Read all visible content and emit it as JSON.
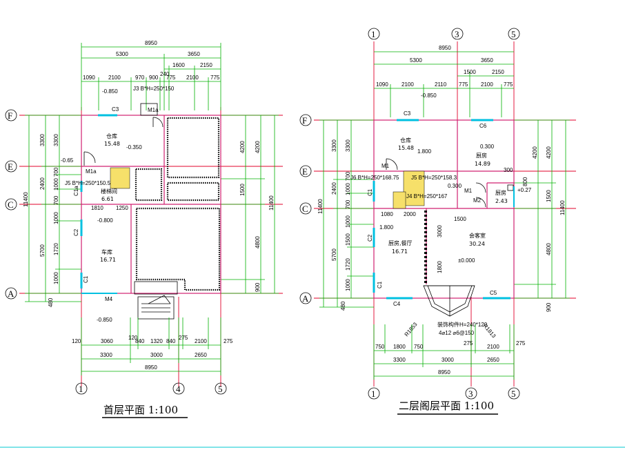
{
  "plan1": {
    "title": "首层平面 1:100",
    "axes": {
      "F": "F",
      "E": "E",
      "C": "C",
      "A": "A",
      "1": "1",
      "4": "4",
      "5": "5"
    },
    "top_dims": {
      "total": "8950",
      "d5300": "5300",
      "d3650": "3650",
      "d240": "240",
      "d1600": "1600",
      "d2150": "2150",
      "row": [
        "1090",
        "2100",
        "970",
        "900",
        "775",
        "2100",
        "775"
      ]
    },
    "bottom_dims": {
      "row": [
        "120",
        "3060",
        "120",
        "840",
        "1320",
        "840",
        "275",
        "2100",
        "275"
      ],
      "d3300": "3300",
      "d3000": "3000",
      "d2650": "2650",
      "total": "8950"
    },
    "left_dims": {
      "total": "11400",
      "outer": [
        "3300",
        "2400",
        "5700",
        "480"
      ],
      "inner": [
        "3300",
        "700",
        "1000",
        "700",
        "1000",
        "1720",
        "1000"
      ]
    },
    "right_dims": {
      "total": "11400",
      "outer": [
        "4200",
        "1500",
        "4800",
        "900"
      ],
      "inner": [
        "4200"
      ]
    },
    "labels": {
      "lv_top": "-0.850",
      "stair_top": "J3 B*H=250*150",
      "m1a_top": "M1a",
      "c3": "C3",
      "m1a_left": "M1a",
      "lv_e": "-0.65",
      "stair_left": "J5 B*H=250*150.5",
      "c1a": "C1a",
      "c2": "C2",
      "c1": "C1",
      "m4": "M4",
      "lv_bottom": "-0.850",
      "d1810": "1810",
      "d1250": "1250"
    },
    "rooms": [
      {
        "name": "仓库",
        "area": "15.48",
        "level": "-0.350"
      },
      {
        "name": "楼梯间",
        "area": "6.61"
      },
      {
        "name": "车库",
        "area": "16.71",
        "level": "-0.800"
      }
    ]
  },
  "plan2": {
    "title": "二层阁层平面 1:100",
    "axes": {
      "1": "1",
      "3": "3",
      "5": "5",
      "F": "F",
      "E": "E",
      "C": "C",
      "A": "A"
    },
    "top_dims": {
      "total": "8950",
      "d5300": "5300",
      "d3650": "3650",
      "d1500": "1500",
      "d2150": "2150",
      "row": [
        "1090",
        "2100",
        "2110",
        "775",
        "2100",
        "775"
      ]
    },
    "bottom_dims": {
      "row": [
        "750",
        "1800",
        "750",
        "275",
        "2100",
        "275"
      ],
      "d3300": "3300",
      "d3000": "3000",
      "d2650": "2650",
      "total": "8950"
    },
    "left_dims": {
      "total": "11400",
      "outer": [
        "3300",
        "2400",
        "5700",
        "480"
      ],
      "inner": [
        "3300",
        "700",
        "1000",
        "700",
        "1000",
        "1500",
        "1720",
        "1000"
      ]
    },
    "right_dims": {
      "total": "11400",
      "outer": [
        "4200",
        "1500",
        "4800",
        "900"
      ],
      "inner": [
        "4200",
        "800",
        "300"
      ]
    },
    "labels": {
      "lv_top": "-0.850",
      "c3": "C3",
      "c6": "C6",
      "m1": "M1",
      "stair_a": "J6 B*H=250*168.75",
      "stair_b": "J5 B*H=250*158.3",
      "stair_c": "J4 B*H=250*167",
      "c1": "C1",
      "c2": "C2",
      "c1b": "C1",
      "m1b": "M1",
      "m2": "M2",
      "lv_03": "0.300",
      "lv_027": "+0.27",
      "d300": "300",
      "d1080": "1080",
      "d2000": "2000",
      "d1500": "1500",
      "d3000": "3000",
      "d1800": "1800",
      "c4": "C4",
      "c5": "C5",
      "d1800b": "1800",
      "beam1": "装饰构件H=240*120",
      "beam2": "4⌀12  ⌀6@150",
      "r1": "R1853",
      "r2": "R1813"
    },
    "rooms": [
      {
        "name": "仓库",
        "area": "15.48",
        "level": "1.800"
      },
      {
        "name": "厨房",
        "area": "14.89",
        "level": "0.300"
      },
      {
        "name": "厨房,餐厅",
        "area": "16.71",
        "level": "1.800"
      },
      {
        "name": "会客室",
        "area": "30.24",
        "level": "±0.000"
      },
      {
        "name": "厨房",
        "area": "2.43"
      }
    ]
  }
}
